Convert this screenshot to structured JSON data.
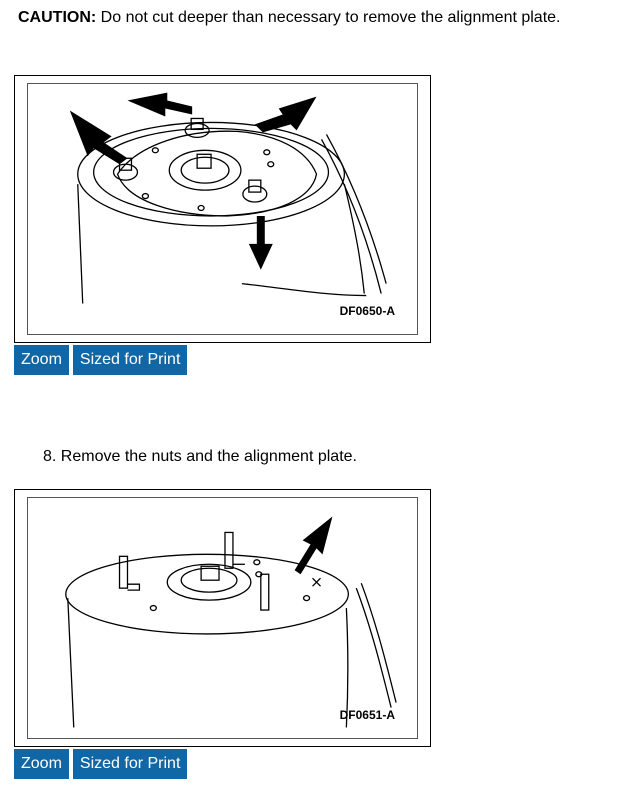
{
  "caution": {
    "label": "CAUTION:",
    "text": " Do not cut deeper than necessary to remove the alignment plate."
  },
  "figure1": {
    "code": "DF0650-A"
  },
  "figure1_buttons": {
    "zoom": "Zoom",
    "print": "Sized for Print"
  },
  "step8": {
    "text": "8. Remove the nuts and the alignment plate."
  },
  "figure2": {
    "code": "DF0651-A"
  },
  "figure2_buttons": {
    "zoom": "Zoom",
    "print": "Sized for Print"
  }
}
